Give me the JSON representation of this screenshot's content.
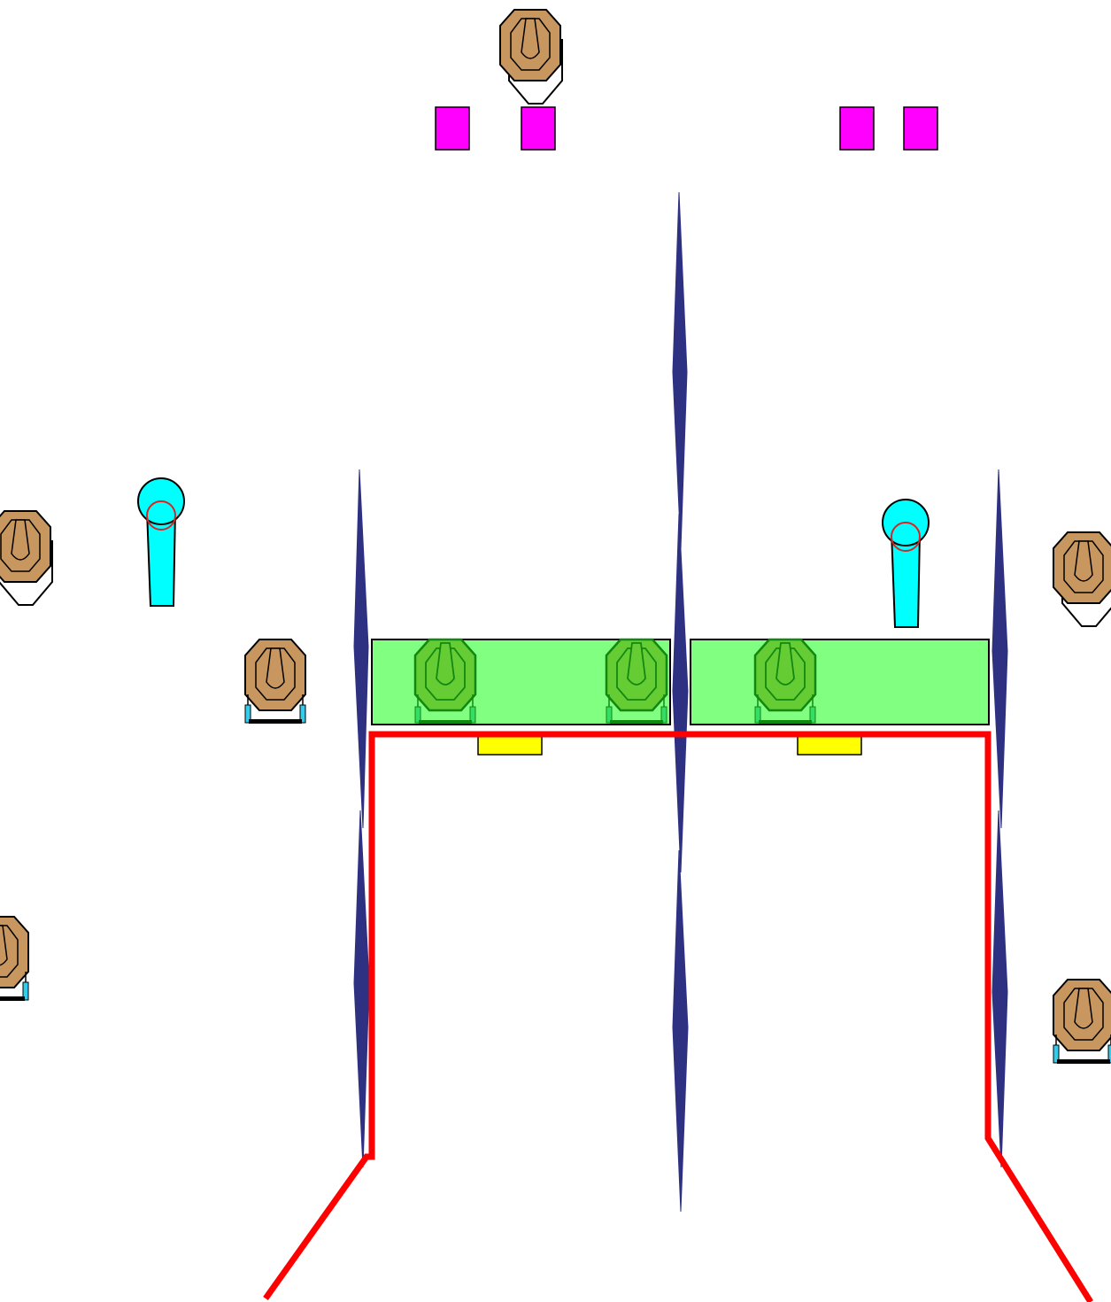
{
  "diagram": {
    "kind": "shooting-stage-layout",
    "colors": {
      "background": "#ffffff",
      "fault_line": "#ff0000",
      "wall": "#2e3082",
      "target_brown": "#c8965f",
      "target_green": "#66cc33",
      "shoot_box": "#80ff80",
      "popper": "#00ffff",
      "steel_plate": "#ff00ff",
      "barrel_marker": "#ffff00",
      "target_legs": "#33ccee"
    },
    "icons": {
      "paper_target": "octagon-paper-target",
      "no_shoot": "green-no-shoot-target",
      "popper": "steel-popper",
      "plate": "steel-plate",
      "wall": "vision-barrier-wall",
      "fault_line": "fault-line",
      "marker": "yellow-barrel-marker"
    },
    "counts": {
      "paper_targets": 6,
      "no_shoot_targets": 3,
      "poppers": 2,
      "steel_plates": 4,
      "walls": 6,
      "markers": 2
    }
  }
}
